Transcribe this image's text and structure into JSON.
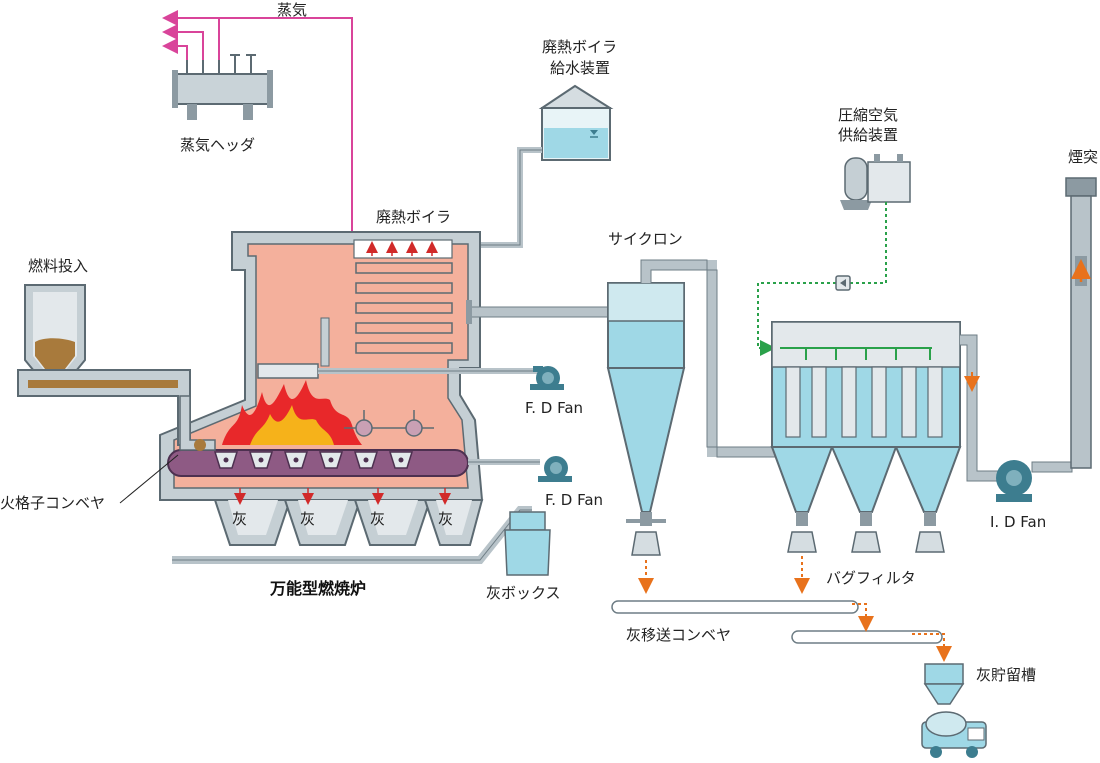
{
  "labels": {
    "steam": "蒸気",
    "steam_header": "蒸気ヘッダ",
    "boiler_feed_1": "廃熱ボイラ",
    "boiler_feed_2": "給水装置",
    "waste_heat_boiler": "廃熱ボイラ",
    "compressed_air_1": "圧縮空気",
    "compressed_air_2": "供給装置",
    "chimney": "煙突",
    "fuel_input": "燃料投入",
    "cyclone": "サイクロン",
    "fd_fan_1": "F. D Fan",
    "fd_fan_2": "F. D Fan",
    "grate_conveyor": "火格子コンベヤ",
    "furnace_title": "万能型燃焼炉",
    "ash_box": "灰ボックス",
    "bag_filter": "バグフィルタ",
    "id_fan": "I. D Fan",
    "ash_transfer_conveyor": "灰移送コンベヤ",
    "ash_storage_tank": "灰貯留槽",
    "ash_1": "灰",
    "ash_2": "灰",
    "ash_3": "灰",
    "ash_4": "灰"
  },
  "colors": {
    "duct": "#b8c3c9",
    "duct_outline": "#6e7d85",
    "furnace_hot": "#f4b09c",
    "water": "#9fd8e6",
    "steam_line": "#d9449a",
    "air_line": "#2aa14a",
    "ash_arrow": "#e8721c",
    "fan": "#3d7d8f",
    "flame": "#e8282a",
    "flame_core": "#f6b21a",
    "fuel": "#a87a3c"
  },
  "icons": [
    "fan-icon",
    "flame-icon",
    "tank-icon",
    "mixer-truck-icon",
    "valve-icon",
    "compressor-icon"
  ]
}
